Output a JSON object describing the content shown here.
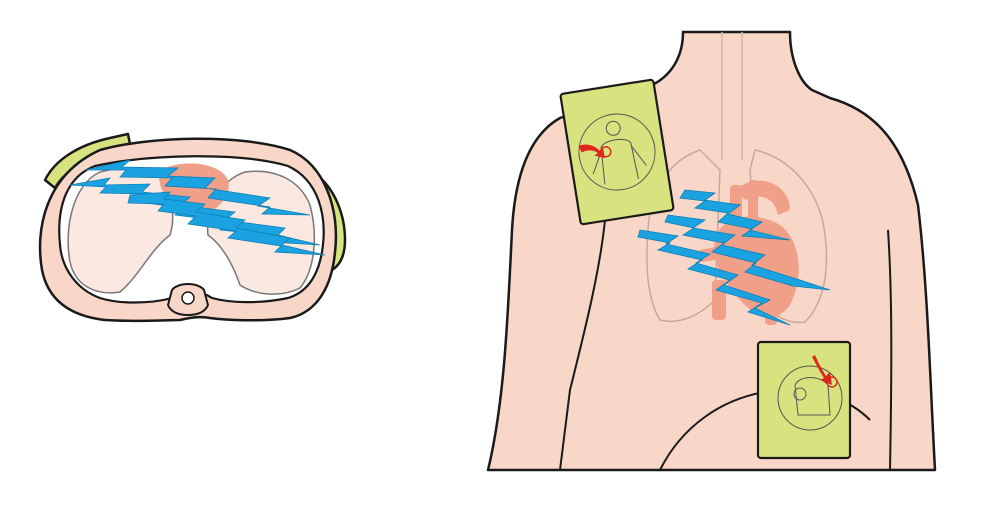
{
  "figure": {
    "cross_section": {
      "view": "transverse-thorax",
      "pads": [
        "anterior-pad",
        "lateral-pad"
      ],
      "shock_bolts": 3
    },
    "torso": {
      "view": "front-torso",
      "pads": [
        "upper-right-chest-pad",
        "lower-left-side-pad"
      ],
      "shock_bolts": 3
    },
    "colors": {
      "skin": "#f8d6c8",
      "outline": "#1a1a1a",
      "pad": "#d8e27e",
      "shock": "#1aa3e0",
      "heart": "#f0a088",
      "lung": "#fbe8e0",
      "arrow": "#e0261c"
    }
  }
}
